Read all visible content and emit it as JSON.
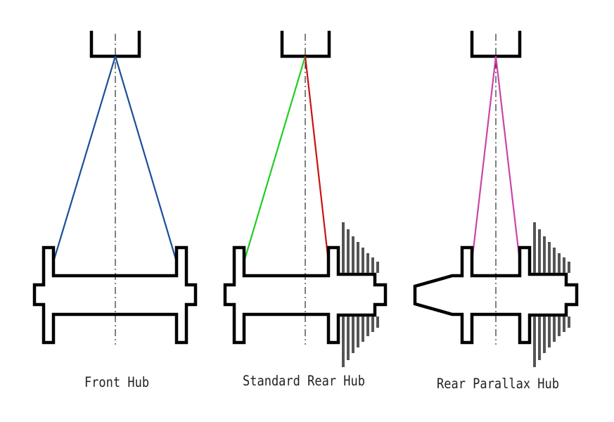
{
  "panels": [
    {
      "id": "front",
      "caption": "Front Hub"
    },
    {
      "id": "standard-rear",
      "caption": "Standard Rear Hub"
    },
    {
      "id": "rear-parallax",
      "caption": "Rear Parallax Hub"
    }
  ],
  "colors": {
    "front_spokes": "#1a4f99",
    "rear_drive_side": "#cc1111",
    "rear_non_drive_side": "#22cc22",
    "parallax_spokes": "#cc44aa",
    "cassette": "#555555",
    "outline": "#000000"
  },
  "icons": [
    "rim-section",
    "hub-shell",
    "spoke-line",
    "cassette-cogs",
    "center-axis"
  ]
}
